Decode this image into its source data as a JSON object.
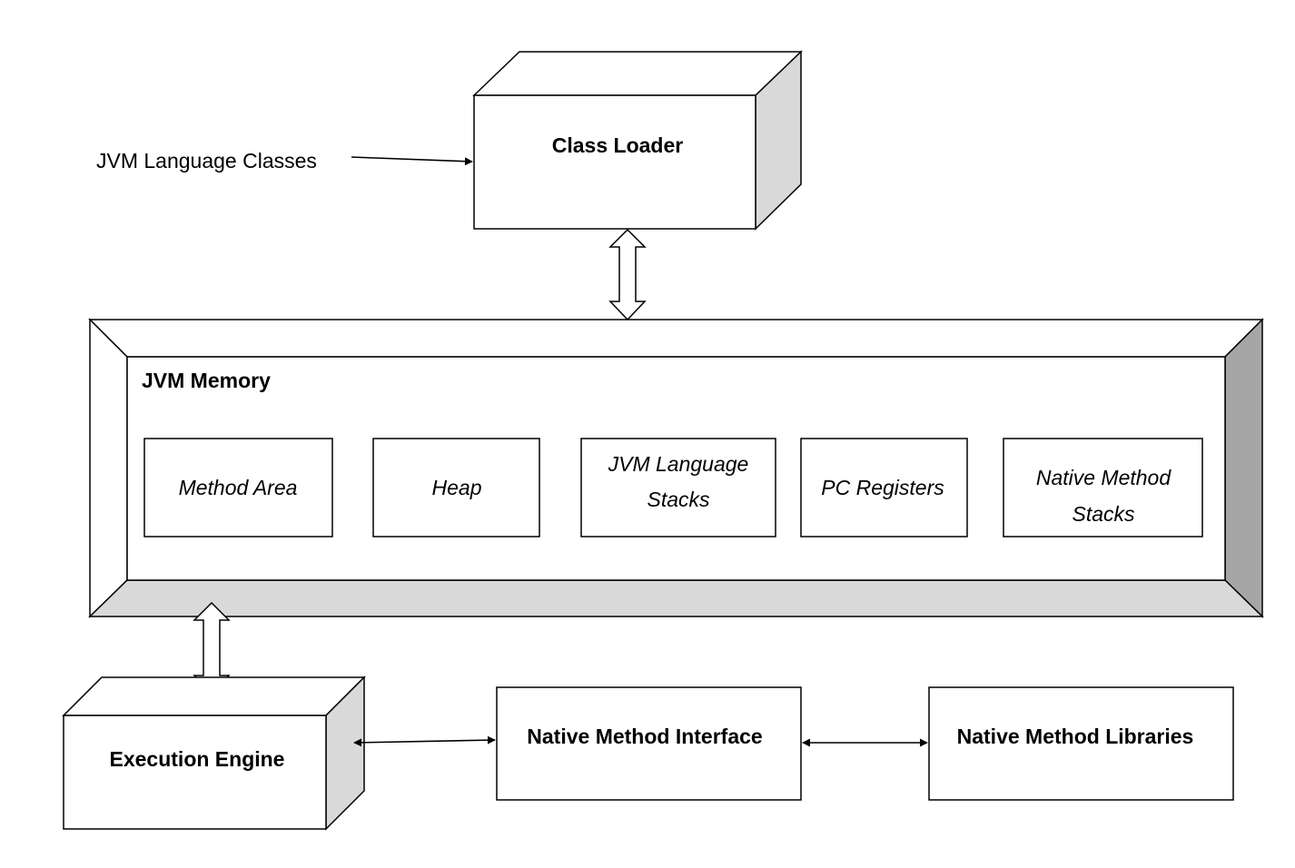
{
  "input_label": "JVM Language Classes",
  "class_loader": {
    "label": "Class Loader"
  },
  "jvm_memory": {
    "title": "JVM Memory",
    "areas": [
      {
        "lines": [
          "Method Area"
        ]
      },
      {
        "lines": [
          "Heap"
        ]
      },
      {
        "lines": [
          "JVM Language",
          "Stacks"
        ]
      },
      {
        "lines": [
          "PC Registers"
        ]
      },
      {
        "lines": [
          "Native Method",
          "Stacks"
        ]
      }
    ]
  },
  "execution_engine": {
    "label": "Execution Engine"
  },
  "native_method_interface": {
    "label": "Native Method Interface"
  },
  "native_method_libraries": {
    "label": "Native Method Libraries"
  },
  "colors": {
    "face": "#ffffff",
    "side_light": "#d9d9d9",
    "side_dark": "#a6a6a6",
    "stroke": "#000000"
  }
}
